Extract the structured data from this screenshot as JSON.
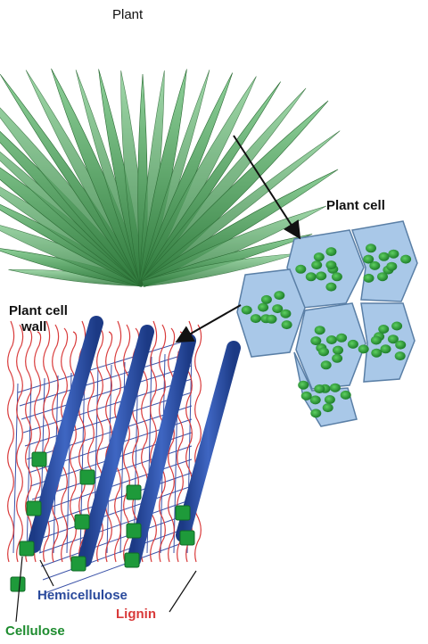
{
  "labels": {
    "plant": "Plant",
    "plant_cell": "Plant cell",
    "cell_wall_line1": "Plant cell",
    "cell_wall_line2": "wall",
    "hemicellulose": "Hemicellulose",
    "lignin": "Lignin",
    "cellulose": "Cellulose"
  },
  "colors": {
    "leaf_dark": "#2f7a3c",
    "leaf_light": "#8fd19a",
    "cell_fill": "#a9c8e8",
    "chloroplast": "#2fa53a",
    "fiber": "#2b4c9f",
    "grid": "#3a52a8",
    "lignin": "#d93a3a",
    "cellulose_block": "#1e9a3a",
    "hemicellulose_text": "#2a4a9c",
    "lignin_text": "#d93a3a",
    "cellulose_text": "#1e8c2f"
  },
  "icons": {
    "plant": "agave-plant-illustration",
    "cells": "green-plant-cells-illustration",
    "wall": "cellulose-fiber-network-illustration"
  }
}
